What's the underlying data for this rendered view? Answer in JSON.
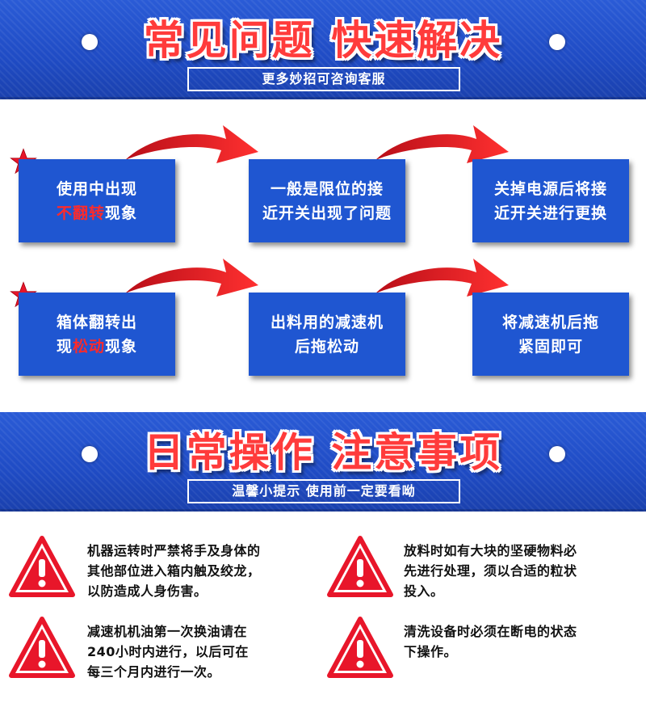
{
  "section1": {
    "title": "常见问题 快速解决",
    "subtitle": "更多妙招可咨询客服"
  },
  "problems": [
    {
      "cause_line1_pre": "使用中出现",
      "cause_line2_red": "不翻转",
      "cause_line2_post": "现象",
      "reason_line1": "一般是限位的接",
      "reason_line2": "近开关出现了问题",
      "solution_line1": "关掉电源后将接",
      "solution_line2": "近开关进行更换"
    },
    {
      "cause_line1_pre": "箱体翻转出",
      "cause_line2_pre": "现",
      "cause_line2_red": "松动",
      "cause_line2_post": "现象",
      "reason_line1": "出料用的减速机",
      "reason_line2": "后拖松动",
      "solution_line1": "将减速机后拖",
      "solution_line2": "紧固即可"
    }
  ],
  "section2": {
    "title": "日常操作 注意事项",
    "subtitle": "温馨小提示 使用前一定要看呦"
  },
  "notices": [
    {
      "line1": "机器运转时严禁将手及身体的",
      "line2": "其他部位进入箱内触及绞龙，",
      "line3": "以防造成人身伤害。"
    },
    {
      "line1": "放料时如有大块的坚硬物料必",
      "line2": "先进行处理，须以合适的粒状",
      "line3": "投入。"
    },
    {
      "line1": "减速机机油第一次换油请在",
      "line2": "240小时内进行，以后可在",
      "line3": "每三个月内进行一次。"
    },
    {
      "line1": "清洗设备时必须在断电的状态",
      "line2": "下操作。",
      "line3": ""
    }
  ],
  "colors": {
    "banner_blue": "#1f4bc4",
    "card_blue": "#1f56d1",
    "accent_red": "#ff2a2a",
    "warning_red": "#e8162a"
  },
  "icons": {
    "star": "star-icon",
    "arrow": "curved-arrow-icon",
    "warning": "warning-triangle-icon",
    "dot": "bullet-dot"
  }
}
